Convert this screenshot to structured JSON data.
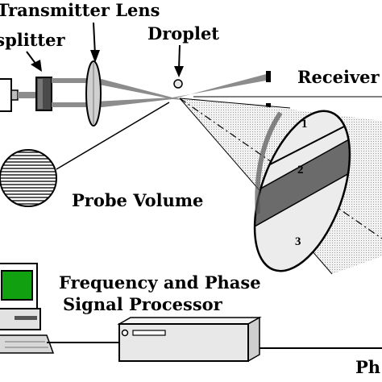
{
  "labels": {
    "transmitter_lens": "Transmitter Lens",
    "beam_splitter": "Beam splitter",
    "droplet": "Droplet",
    "receiver": "Receiver",
    "probe_volume": "Probe Volume",
    "processor_line1": "Frequency and Phase",
    "processor_line2": "Signal Processor",
    "phase_label": "Ph"
  },
  "detectors": [
    "1",
    "2",
    "3"
  ],
  "colors": {
    "screen": "#10a010",
    "stripe_band": "#6b6b6b",
    "cone_fill": "#e8e8e8"
  }
}
